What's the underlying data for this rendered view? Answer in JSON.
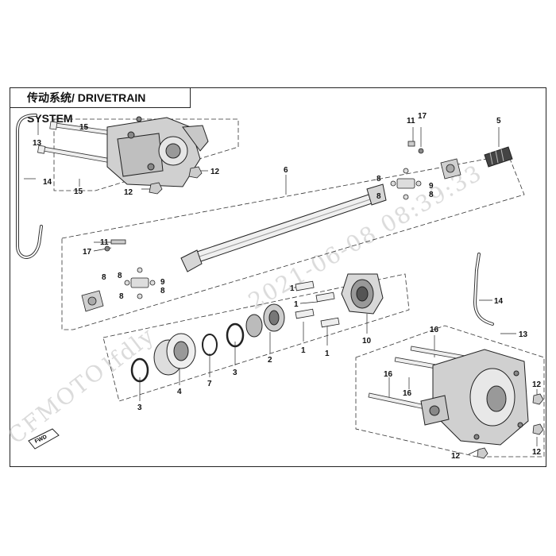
{
  "title": "传动系统/ DRIVETRAIN SYSTEM",
  "watermark": {
    "brand": "CFMOTO",
    "user": "lfdly",
    "datetime": "2021-06-08   08:39:33"
  },
  "fwd_badge": "FWD",
  "callouts": [
    {
      "id": "c-15a",
      "text": "15"
    },
    {
      "id": "c-13a",
      "text": "13"
    },
    {
      "id": "c-14a",
      "text": "14"
    },
    {
      "id": "c-15b",
      "text": "15"
    },
    {
      "id": "c-12a",
      "text": "12"
    },
    {
      "id": "c-12b",
      "text": "12"
    },
    {
      "id": "c-6",
      "text": "6"
    },
    {
      "id": "c-11a",
      "text": "11"
    },
    {
      "id": "c-17a",
      "text": "17"
    },
    {
      "id": "c-5",
      "text": "5"
    },
    {
      "id": "c-8a",
      "text": "8"
    },
    {
      "id": "c-8b",
      "text": "8"
    },
    {
      "id": "c-9a",
      "text": "9"
    },
    {
      "id": "c-8c",
      "text": "8"
    },
    {
      "id": "c-11b",
      "text": "11"
    },
    {
      "id": "c-17b",
      "text": "17"
    },
    {
      "id": "c-8d",
      "text": "8"
    },
    {
      "id": "c-8e",
      "text": "8"
    },
    {
      "id": "c-9b",
      "text": "9"
    },
    {
      "id": "c-8f",
      "text": "8"
    },
    {
      "id": "c-8g",
      "text": "8"
    },
    {
      "id": "c-1a",
      "text": "1"
    },
    {
      "id": "c-1b",
      "text": "1"
    },
    {
      "id": "c-1c",
      "text": "1"
    },
    {
      "id": "c-1d",
      "text": "1"
    },
    {
      "id": "c-10",
      "text": "10"
    },
    {
      "id": "c-14b",
      "text": "14"
    },
    {
      "id": "c-2",
      "text": "2"
    },
    {
      "id": "c-3a",
      "text": "3"
    },
    {
      "id": "c-7",
      "text": "7"
    },
    {
      "id": "c-4",
      "text": "4"
    },
    {
      "id": "c-3b",
      "text": "3"
    },
    {
      "id": "c-16a",
      "text": "16"
    },
    {
      "id": "c-13b",
      "text": "13"
    },
    {
      "id": "c-16b",
      "text": "16"
    },
    {
      "id": "c-16c",
      "text": "16"
    },
    {
      "id": "c-12c",
      "text": "12"
    },
    {
      "id": "c-12d",
      "text": "12"
    },
    {
      "id": "c-12e",
      "text": "12"
    }
  ]
}
